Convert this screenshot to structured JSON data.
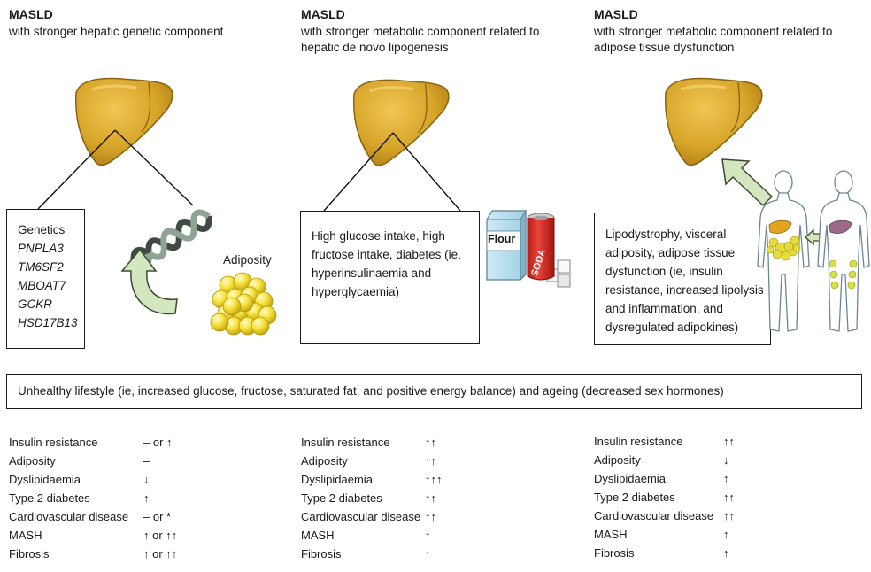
{
  "columns": [
    {
      "title": "MASLD",
      "subtitle_lines": [
        "with stronger hepatic genetic component"
      ],
      "box_heading": "Genetics",
      "genes": [
        "PNPLA3",
        "TM6SF2",
        "MBOAT7",
        "GCKR",
        "HSD17B13"
      ],
      "side_label": "Adiposity",
      "risks": [
        {
          "name": "Insulin resistance",
          "value": "– or ↑"
        },
        {
          "name": "Adiposity",
          "value": "–"
        },
        {
          "name": "Dyslipidaemia",
          "value": "↓"
        },
        {
          "name": "Type 2 diabetes",
          "value": "↑"
        },
        {
          "name": "Cardiovascular disease",
          "value": "– or *"
        },
        {
          "name": "MASH",
          "value": "↑ or ↑↑"
        },
        {
          "name": "Fibrosis",
          "value": "↑ or ↑↑"
        }
      ]
    },
    {
      "title": "MASLD",
      "subtitle_lines": [
        "with stronger metabolic component related to",
        "hepatic de novo lipogenesis"
      ],
      "box_lines": [
        "High glucose intake, high",
        "fructose intake, diabetes (ie,",
        "hyperinsulinaemia and",
        "hyperglycaemia)"
      ],
      "flour_label": "Flour",
      "soda_label": "SODA",
      "risks": [
        {
          "name": "Insulin resistance",
          "value": "↑↑"
        },
        {
          "name": "Adiposity",
          "value": "↑↑"
        },
        {
          "name": "Dyslipidaemia",
          "value": "↑↑↑"
        },
        {
          "name": "Type 2 diabetes",
          "value": "↑↑"
        },
        {
          "name": "Cardiovascular disease",
          "value": "↑↑"
        },
        {
          "name": "MASH",
          "value": "↑"
        },
        {
          "name": "Fibrosis",
          "value": "↑"
        }
      ]
    },
    {
      "title": "MASLD",
      "subtitle_lines": [
        "with stronger metabolic component related to",
        "adipose tissue dysfunction"
      ],
      "box_lines": [
        "Lipodystrophy, visceral",
        "adiposity, adipose tissue",
        "dysfunction (ie, insulin",
        "resistance, increased lipolysis",
        "and inflammation, and",
        "dysregulated adipokines)"
      ],
      "risks": [
        {
          "name": "Insulin resistance",
          "value": "↑↑"
        },
        {
          "name": "Adiposity",
          "value": "↓"
        },
        {
          "name": "Dyslipidaemia",
          "value": "↑"
        },
        {
          "name": "Type 2 diabetes",
          "value": "↑↑"
        },
        {
          "name": "Cardiovascular disease",
          "value": "↑↑"
        },
        {
          "name": "MASH",
          "value": "↑"
        },
        {
          "name": "Fibrosis",
          "value": "↑"
        }
      ]
    }
  ],
  "lifestyle_text": "Unhealthy lifestyle (ie, increased glucose, fructose, saturated fat, and positive energy balance) and ageing (decreased sex hormones)",
  "colors": {
    "liver": "#d6a428",
    "liver_dark": "#a97a14",
    "arrow": "#d4e6bf",
    "arrow_stroke": "#3c4a30",
    "fat": "#f4e23a",
    "soda": "#d9322a",
    "flour": "#b8dff0"
  }
}
